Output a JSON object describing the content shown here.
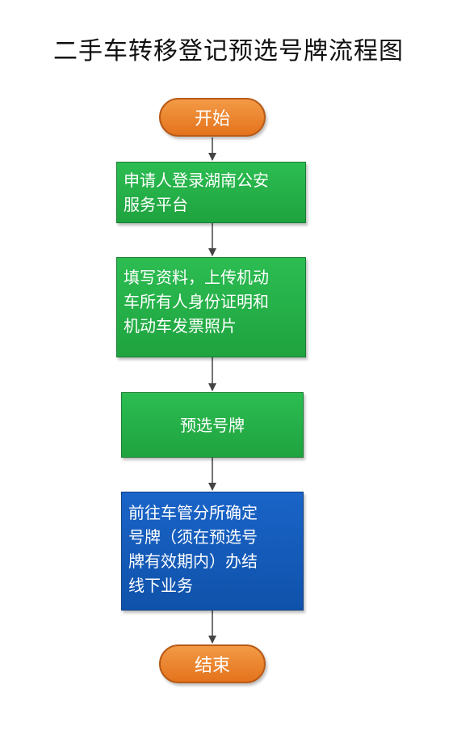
{
  "title": "二手车转移登记预选号牌流程图",
  "colors": {
    "terminator_fill": "#ee8530",
    "process_fill": "#22b14c",
    "final_process_fill": "#1560bd",
    "connector": "#444444",
    "text": "#ffffff"
  },
  "nodes": {
    "start": "开始",
    "step1": "申请人登录湖南公安\n服务平台",
    "step2": "填写资料，上传机动\n车所有人身份证明和\n机动车发票照片",
    "step3": "预选号牌",
    "step4": "前往车管分所确定\n号牌（须在预选号\n牌有效期内）办结\n线下业务",
    "end": "结束"
  }
}
